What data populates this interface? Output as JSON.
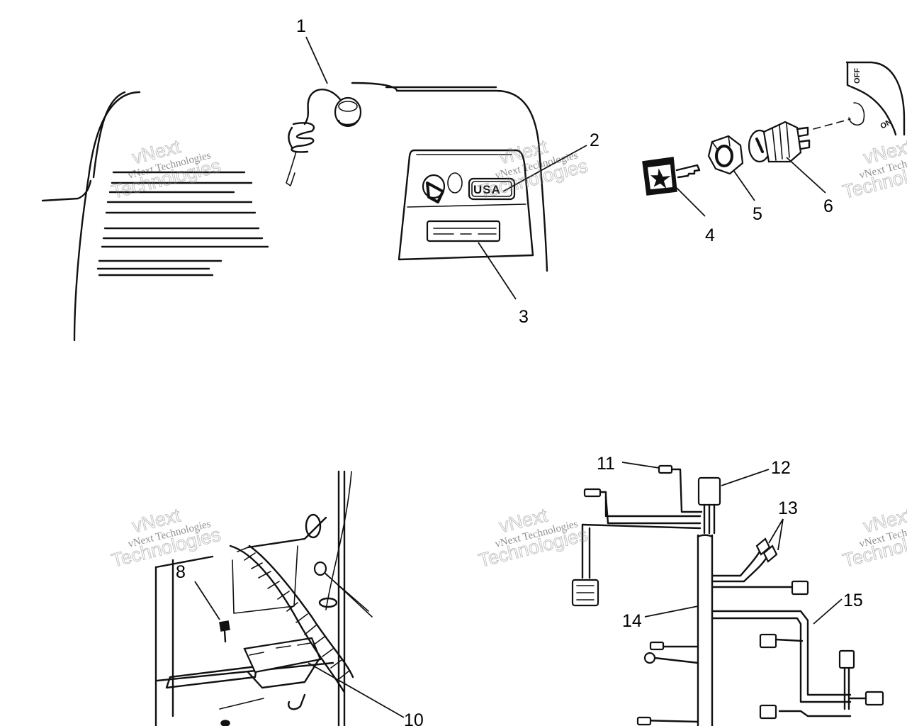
{
  "callouts": [
    "1",
    "2",
    "3",
    "4",
    "5",
    "6",
    "8",
    "10",
    "11",
    "12",
    "13",
    "14",
    "15"
  ],
  "plate_text": "USA",
  "switch_labels": {
    "off": "OFF",
    "on": "ON"
  },
  "watermark": {
    "line1": "vNext Technologies",
    "line2": "vNext",
    "line3": "Technologies"
  }
}
